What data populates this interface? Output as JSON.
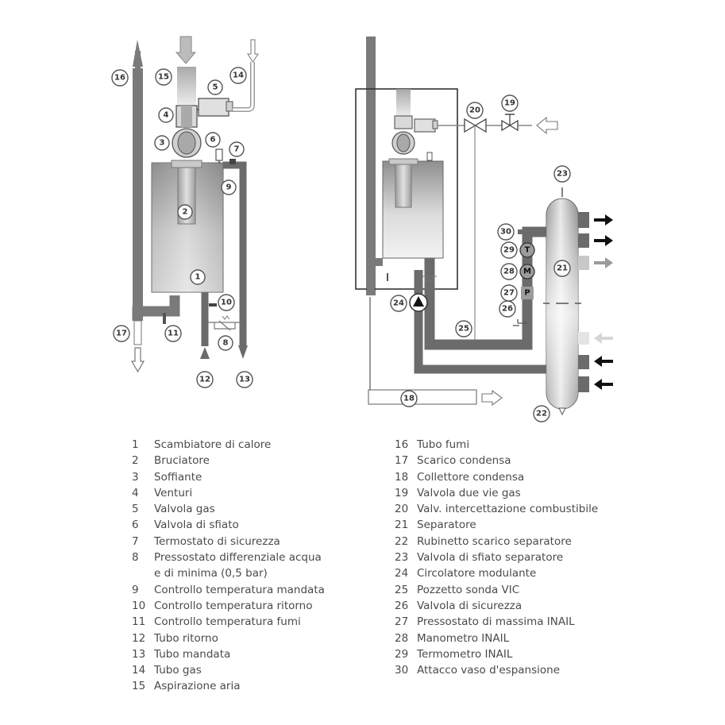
{
  "colors": {
    "pipe": "#6b6b6b",
    "pipe_light": "#bdbdbd",
    "outline": "#555555",
    "text": "#4a4a4a"
  },
  "callouts": {
    "c1": "1",
    "c2": "2",
    "c3": "3",
    "c4": "4",
    "c5": "5",
    "c6": "6",
    "c7": "7",
    "c8": "8",
    "c9": "9",
    "c10": "10",
    "c11": "11",
    "c12": "12",
    "c13": "13",
    "c14": "14",
    "c15": "15",
    "c16": "16",
    "c17": "17",
    "c18": "18",
    "c19": "19",
    "c20": "20",
    "c21": "21",
    "c22": "22",
    "c23": "23",
    "c24": "24",
    "c25": "25",
    "c26": "26",
    "c27": "27",
    "c28": "28",
    "c29": "29",
    "c30": "30",
    "gauge_t": "T",
    "gauge_m": "M",
    "switch_p": "P"
  },
  "legend_left": [
    {
      "num": "1",
      "text": "Scambiatore di calore"
    },
    {
      "num": "2",
      "text": "Bruciatore"
    },
    {
      "num": "3",
      "text": "Soffiante"
    },
    {
      "num": "4",
      "text": "Venturi"
    },
    {
      "num": "5",
      "text": "Valvola gas"
    },
    {
      "num": "6",
      "text": "Valvola di sfiato"
    },
    {
      "num": "7",
      "text": "Termostato di sicurezza"
    },
    {
      "num": "8",
      "text": "Pressostato differenziale acqua"
    },
    {
      "num": "",
      "text": "e di minima (0,5 bar)"
    },
    {
      "num": "9",
      "text": "Controllo temperatura mandata"
    },
    {
      "num": "10",
      "text": "Controllo temperatura ritorno"
    },
    {
      "num": "11",
      "text": "Controllo temperatura fumi"
    },
    {
      "num": "12",
      "text": "Tubo ritorno"
    },
    {
      "num": "13",
      "text": "Tubo mandata"
    },
    {
      "num": "14",
      "text": "Tubo gas"
    },
    {
      "num": "15",
      "text": "Aspirazione aria"
    }
  ],
  "legend_right": [
    {
      "num": "16",
      "text": "Tubo fumi"
    },
    {
      "num": "17",
      "text": "Scarico condensa"
    },
    {
      "num": "18",
      "text": "Collettore condensa"
    },
    {
      "num": "19",
      "text": "Valvola due vie gas"
    },
    {
      "num": "20",
      "text": "Valv. intercettazione combustibile"
    },
    {
      "num": "21",
      "text": "Separatore"
    },
    {
      "num": "22",
      "text": "Rubinetto scarico separatore"
    },
    {
      "num": "23",
      "text": "Valvola di sfiato separatore"
    },
    {
      "num": "24",
      "text": "Circolatore modulante"
    },
    {
      "num": "25",
      "text": "Pozzetto sonda VIC"
    },
    {
      "num": "26",
      "text": "Valvola di sicurezza"
    },
    {
      "num": "27",
      "text": "Pressostato di massima INAIL"
    },
    {
      "num": "28",
      "text": "Manometro INAIL"
    },
    {
      "num": "29",
      "text": "Termometro INAIL"
    },
    {
      "num": "30",
      "text": "Attacco vaso d'espansione"
    }
  ]
}
